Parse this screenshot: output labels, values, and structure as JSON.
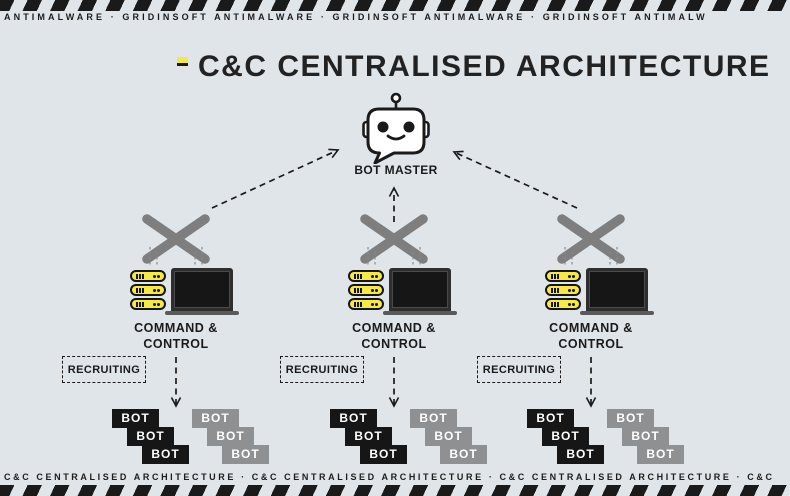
{
  "banner_top": {
    "text": "ANTIMALWARE · GRIDINSOFT ANTIMALWARE · GRIDINSOFT ANTIMALWARE · GRIDINSOFT ANTIMALW"
  },
  "title": {
    "text": "C&C CENTRALISED ARCHITECTURE"
  },
  "bot_master": {
    "label": "BOT MASTER",
    "icon": "robot-icon"
  },
  "columns": [
    {
      "label_line1": "COMMAND &",
      "label_line2": "CONTROL",
      "recruiting_label": "RECRUITING",
      "bots_black": [
        "BOT",
        "BOT",
        "BOT"
      ],
      "bots_gray": [
        "BOT",
        "BOT",
        "BOT"
      ]
    },
    {
      "label_line1": "COMMAND &",
      "label_line2": "CONTROL",
      "recruiting_label": "RECRUITING",
      "bots_black": [
        "BOT",
        "BOT",
        "BOT"
      ],
      "bots_gray": [
        "BOT",
        "BOT",
        "BOT"
      ]
    },
    {
      "label_line1": "COMMAND &",
      "label_line2": "CONTROL",
      "recruiting_label": "RECRUITING",
      "bots_black": [
        "BOT",
        "BOT",
        "BOT"
      ],
      "bots_gray": [
        "BOT",
        "BOT",
        "BOT"
      ]
    }
  ],
  "banner_bottom": {
    "text": "C&C CENTRALISED ARCHITECTURE · C&C CENTRALISED ARCHITECTURE · C&C CENTRALISED ARCHITECTURE · C&C"
  },
  "icons": {
    "bot_master": "robot-icon",
    "blocked": "x-mark-icon",
    "server": "server-stack-icon",
    "computer": "laptop-icon",
    "links": "dashed-arrow-icon"
  },
  "colors": {
    "background": "#e0e5e9",
    "ink": "#1a1a1a",
    "accent_yellow": "#f7e843",
    "muted_gray": "#7e7e7e",
    "bot_gray": "#8e9091",
    "bot_black": "#161616",
    "white": "#ffffff"
  }
}
